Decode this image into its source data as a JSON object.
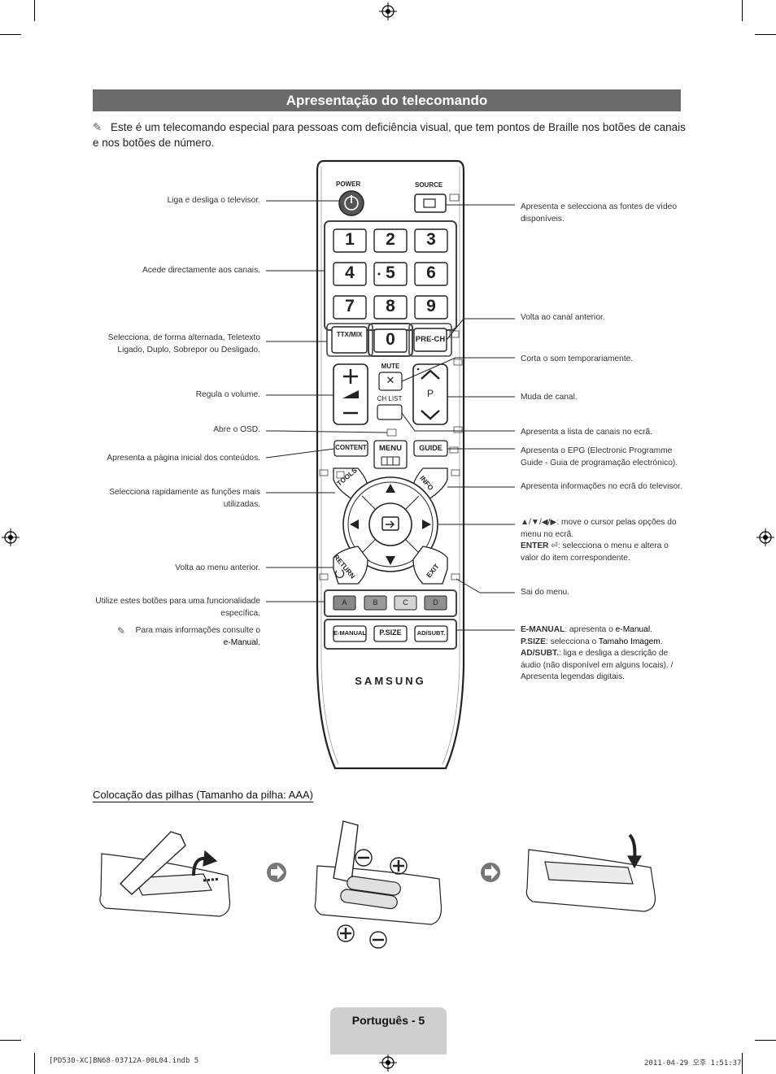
{
  "header": {
    "title": "Apresentação do telecomando"
  },
  "intro": {
    "icon": "note-pencil-icon",
    "text": "Este é um telecomando especial para pessoas com deficiência visual, que tem pontos de Braille nos botões de canais e nos botões de número."
  },
  "remote": {
    "power": "POWER",
    "source": "SOURCE",
    "digits": [
      "1",
      "2",
      "3",
      "4",
      "5",
      "6",
      "7",
      "8",
      "9",
      "0"
    ],
    "ttx": "TTX/MIX",
    "prech": "PRE-CH",
    "mute": "MUTE",
    "chlist": "CH LIST",
    "p": "P",
    "content": "CONTENT",
    "menu": "MENU",
    "guide": "GUIDE",
    "tools": "TOOLS",
    "info": "INFO",
    "return": "RETURN",
    "exit": "EXIT",
    "colors": [
      "A",
      "B",
      "C",
      "D"
    ],
    "emanual": "E-MANUAL",
    "psize": "P.SIZE",
    "adsubt": "AD/SUBT.",
    "brand": "SAMSUNG"
  },
  "callouts": {
    "power": "Liga e desliga o televisor.",
    "channels": "Acede directamente aos canais.",
    "teletext": "Selecciona, de forma alternada, Teletexto Ligado, Duplo, Sobrepor ou Desligado.",
    "volume": "Regula o volume.",
    "osd": "Abre o OSD.",
    "content": "Apresenta a página inicial dos conteúdos.",
    "tools": "Selecciona rapidamente as funções mais utilizadas.",
    "return": "Volta ao menu anterior.",
    "colors": "Utilize estes botões para uma funcionalidade específica.",
    "emanual_note_pre": "Para mais informações consulte o",
    "emanual_note_word": "e-Manual",
    "source": "Apresenta e selecciona as fontes de vídeo disponíveis.",
    "prech": "Volta ao canal anterior.",
    "mute": "Corta o som temporariamente.",
    "channel_change": "Muda de canal.",
    "chlist": "Apresenta a lista de canais no ecrã.",
    "guide": "Apresenta o EPG (Electronic Programme Guide - Guia de programação electrónico).",
    "info": "Apresenta informações no ecrã do televisor.",
    "nav_arrows": "▲/▼/◀/▶: move o cursor pelas opções do menu no ecrã.",
    "enter_label": "ENTER",
    "enter_text": ": selecciona o menu e altera o valor do item correspondente.",
    "exit": "Sai do menu.",
    "em_label": "E-MANUAL",
    "em_text": ": apresenta o",
    "em_word": "e-Manual",
    "ps_label": "P.SIZE",
    "ps_text": ": selecciona o",
    "ps_word": "Tamaho Imagem",
    "ad_label": "AD/SUBT.",
    "ad_text": ": liga e desliga a descrição de áudio (não disponível em alguns locais). / Apresenta legendas digitais."
  },
  "batteries": {
    "title": "Colocação das pilhas (Tamanho da pilha: AAA)"
  },
  "footer": {
    "page": "Português - 5",
    "file": "[PD530-XC]BN68-03712A-00L04.indb   5",
    "date": "2011-04-29   오후 1:51:37"
  }
}
